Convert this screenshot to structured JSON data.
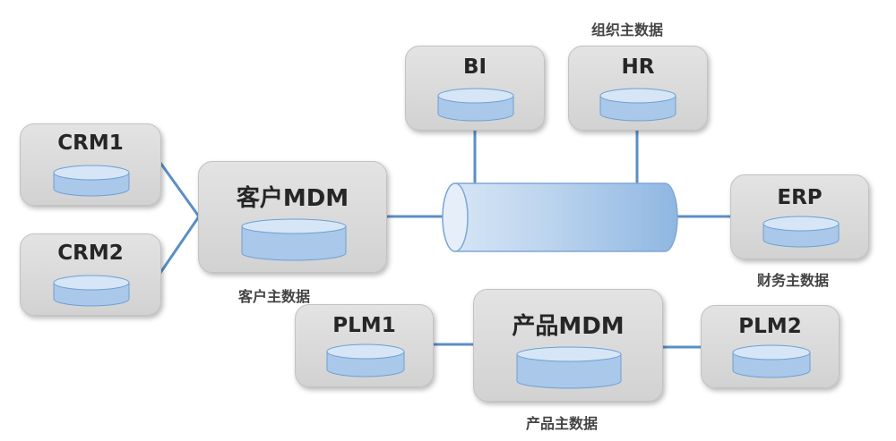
{
  "nodes": {
    "crm1": "CRM1",
    "crm2": "CRM2",
    "customer_mdm": "客户MDM",
    "bi": "BI",
    "hr": "HR",
    "erp": "ERP",
    "plm1": "PLM1",
    "product_mdm": "产品MDM",
    "plm2": "PLM2"
  },
  "captions": {
    "org_master": "组织主数据",
    "customer_master": "客户主数据",
    "finance_master": "财务主数据",
    "product_master": "产品主数据"
  },
  "colors": {
    "line": "#5b8fc6",
    "box": "#dadada",
    "db_fill": "#a9c8ea"
  }
}
